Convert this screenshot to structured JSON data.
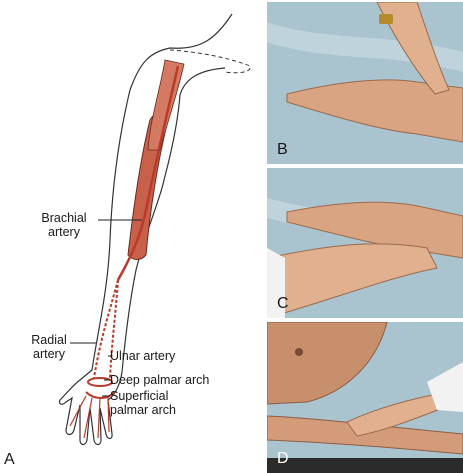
{
  "figure": {
    "main_letter": "A",
    "labels": {
      "brachial": [
        "Brachial",
        "artery"
      ],
      "radial": [
        "Radial",
        "artery"
      ],
      "ulnar": "Ulnar artery",
      "deep_palmar": "Deep palmar arch",
      "superficial_palmar": [
        "Superficial",
        "palmar arch"
      ]
    },
    "panels": [
      {
        "letter": "B"
      },
      {
        "letter": "C"
      },
      {
        "letter": "D"
      }
    ]
  },
  "colors": {
    "sheet": "#a9c3cf",
    "skin": "#d9a482",
    "muscle": "#c8604a",
    "artery": "#b83a2a"
  }
}
